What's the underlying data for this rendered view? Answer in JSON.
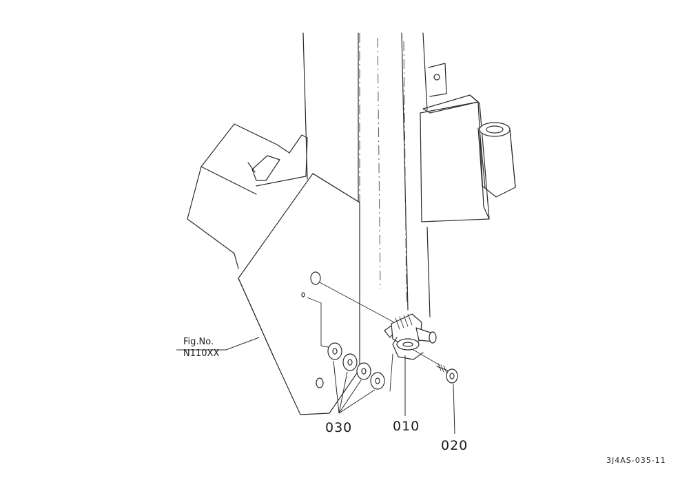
{
  "figure_reference": {
    "line1": "Fig.No.",
    "line2": "N110XX"
  },
  "part_labels": [
    {
      "number": "030"
    },
    {
      "number": "010"
    },
    {
      "number": "020"
    }
  ],
  "drawing_code": "3J4AS-035-11",
  "colors": {
    "ink": "#2a2a2a",
    "background": "#ffffff"
  }
}
